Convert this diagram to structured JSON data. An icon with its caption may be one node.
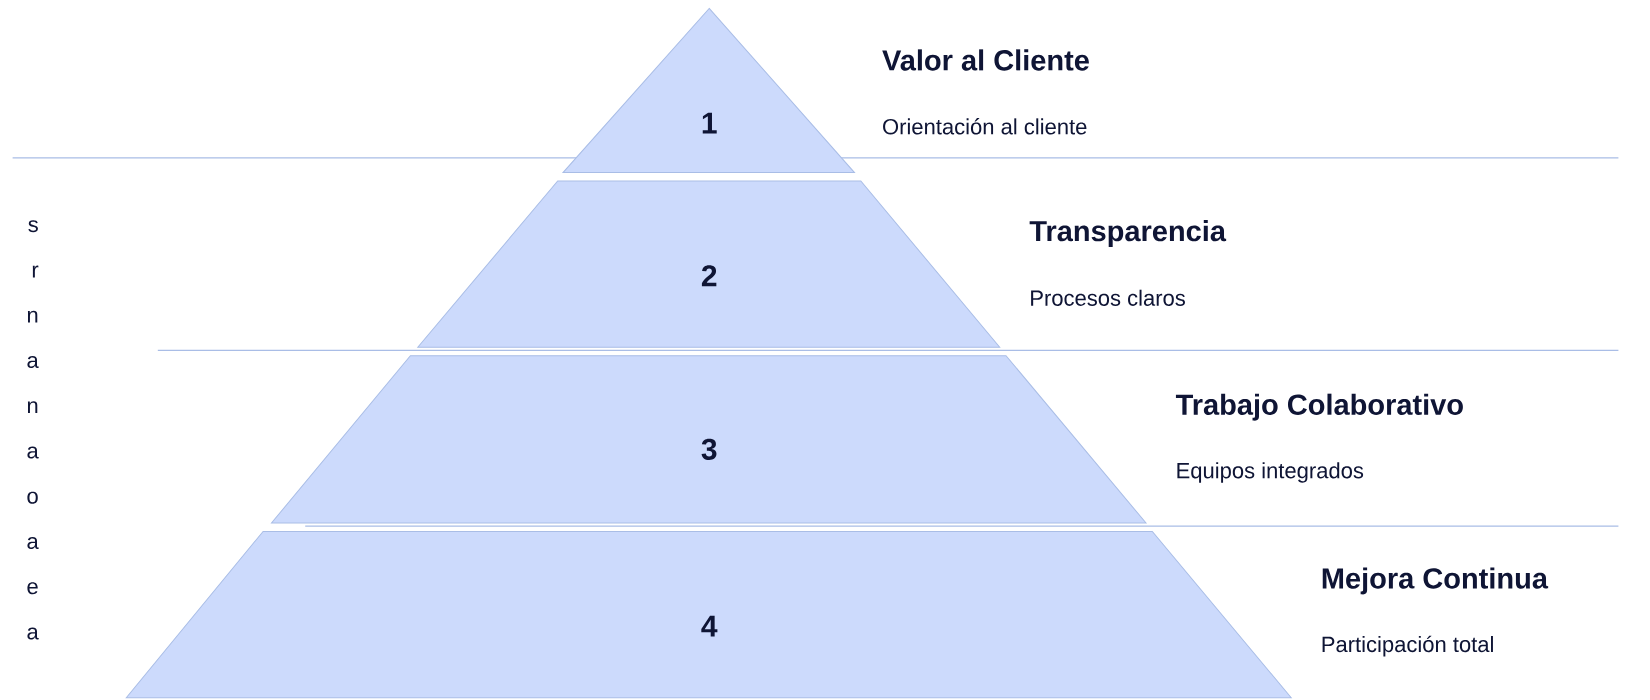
{
  "diagram": {
    "nodes": [
      {
        "text": [
          "1"
        ],
        "beside": [
          "Valor al Cliente",
          "Orientación al cliente"
        ]
      },
      {
        "text": [
          "2"
        ],
        "beside": [
          "Transparencia",
          "Procesos claros"
        ]
      },
      {
        "text": [
          "3"
        ],
        "beside": [
          "Trabajo Colaborativo",
          "Equipos integrados"
        ]
      },
      {
        "text": [
          "4"
        ],
        "beside": [
          "Mejora Continua",
          "Participación total"
        ]
      }
    ],
    "labels": [
      "s",
      "r",
      "n",
      "a",
      "n",
      "a",
      "o",
      "a",
      "e",
      "a"
    ]
  }
}
